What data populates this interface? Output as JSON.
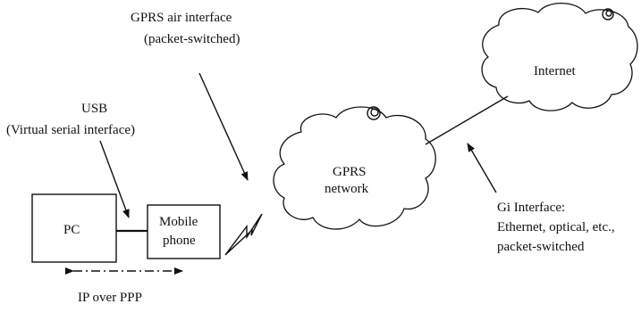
{
  "labels": {
    "gprs_air_line1": "GPRS air interface",
    "gprs_air_line2": "(packet-switched)",
    "usb_line1": "USB",
    "usb_line2": "(Virtual serial interface)",
    "pc": "PC",
    "mobile_line1": "Mobile",
    "mobile_line2": "phone",
    "gprs_network_line1": "GPRS",
    "gprs_network_line2": "network",
    "internet": "Internet",
    "gi_line1": "Gi Interface:",
    "gi_line2": "Ethernet, optical, etc.,",
    "gi_line3": "packet-switched",
    "ip_over_ppp": "IP over PPP"
  }
}
